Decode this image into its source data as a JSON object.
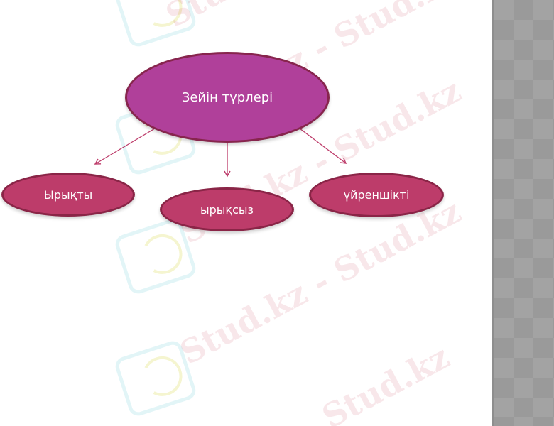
{
  "diagram": {
    "root": {
      "label": "Зейін түрлері",
      "color": "#b0409a",
      "border": "#87254d"
    },
    "children": [
      {
        "label": "Ырықты",
        "color": "#bd3c6a"
      },
      {
        "label": "ырықсыз",
        "color": "#bd3c6a"
      },
      {
        "label": "үйреншікті",
        "color": "#bd3c6a"
      }
    ],
    "arrow_color": "#bd3c6a"
  },
  "watermark": {
    "text_short": "Stud.kz",
    "text_long": "Stud.kz - Stud.kz"
  },
  "side_panel": {
    "color": "#a3a3a3"
  }
}
